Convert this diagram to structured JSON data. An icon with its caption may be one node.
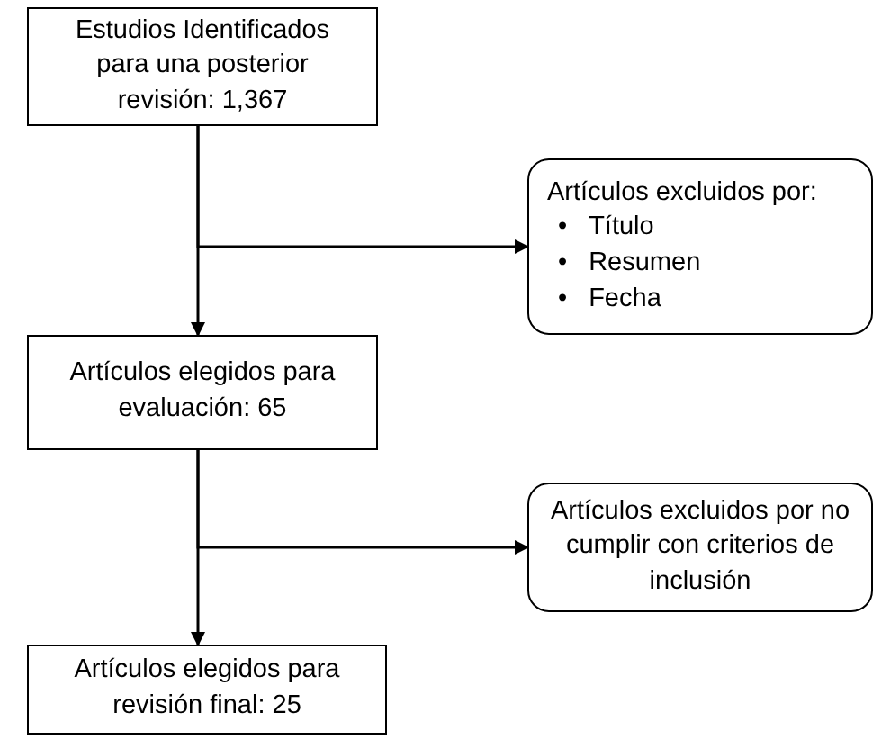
{
  "diagram": {
    "nodes": [
      {
        "text": [
          "Estudios Identificados para una posterior revisión: 1,367"
        ]
      },
      {
        "text": [
          "Artículos excluidos por:",
          "Título",
          "Resumen",
          "Fecha"
        ]
      },
      {
        "text": [
          "Artículos elegidos para evaluación: 65"
        ]
      },
      {
        "text": [
          "Artículos excluidos por no cumplir con criterios de inclusión"
        ]
      },
      {
        "text": [
          "Artículos elegidos para revisión final: 25"
        ]
      }
    ],
    "edges": [
      {
        "from": 0,
        "to": 2,
        "arrow": "to"
      },
      {
        "from": 0,
        "to": 1,
        "arrow": "to"
      },
      {
        "from": 2,
        "to": 4,
        "arrow": "to"
      },
      {
        "from": 2,
        "to": 3,
        "arrow": "to"
      }
    ],
    "labels": [
      "•",
      "•",
      "•"
    ]
  }
}
